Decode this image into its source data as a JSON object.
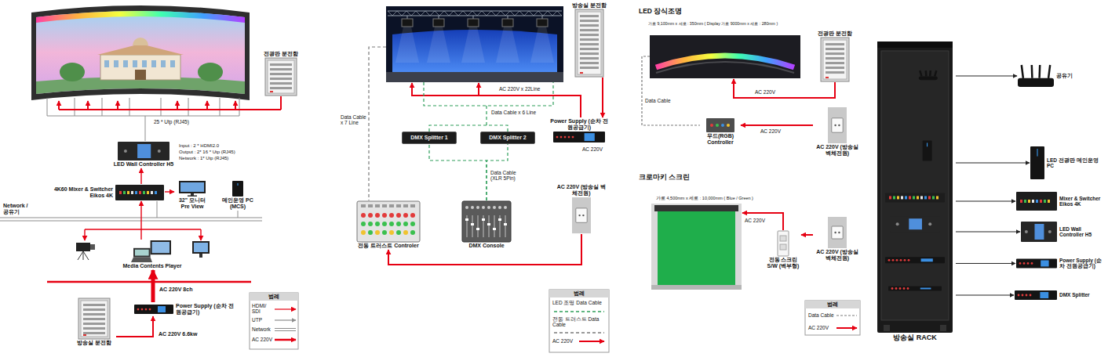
{
  "diagram": {
    "nodes": [
      {
        "text": [
          "전광판 분전함"
        ]
      },
      {
        "text": [
          "LED Wall Controller H5"
        ]
      },
      {
        "text": [
          "4K60 Mixer & Switcher Eikos 4K"
        ]
      },
      {
        "text": [
          "32\" 모니터 Pre View"
        ]
      },
      {
        "text": [
          "메인운영 PC (MCS)"
        ]
      },
      {
        "text": [
          "Media Contents Player"
        ]
      },
      {
        "text": [
          "Power Supply (순차 전원공급기)"
        ]
      },
      {
        "text": [
          "방송실 분전함"
        ]
      },
      {
        "text": [
          "방송실 분전함"
        ]
      },
      {
        "text": [
          "DMX Splitter 1"
        ]
      },
      {
        "text": [
          "DMX Splitter 2"
        ]
      },
      {
        "text": [
          "Power Supply (순차 전원공급기)"
        ]
      },
      {
        "text": [
          "AC 220V (방송실 벽체전원)"
        ]
      },
      {
        "text": [
          "전동 트러스트 Controler"
        ]
      },
      {
        "text": [
          "DMX Console"
        ]
      },
      {
        "text": [
          "전광판 분전함"
        ]
      },
      {
        "text": [
          "무드(RGB) Controller"
        ]
      },
      {
        "text": [
          "AC 220V (방송실 벽체전원)"
        ]
      },
      {
        "text": [
          "전동 스크린 S/W (벽부형)"
        ]
      },
      {
        "text": [
          "AC 220V (방송실 벽체전원)"
        ]
      },
      {
        "text": [
          "방송실 RACK"
        ]
      },
      {
        "text": [
          "공유기"
        ]
      },
      {
        "text": [
          "LED 전광판 메인운영 PC"
        ]
      },
      {
        "text": [
          "Mixer & Switcher Eikos 4K"
        ]
      },
      {
        "text": [
          "LED Wall Controller H5"
        ]
      },
      {
        "text": [
          "Power Supply (순차 전원공급기)"
        ]
      },
      {
        "text": [
          "DMX Splitter"
        ]
      }
    ],
    "edges": [
      {
        "from": 2,
        "to": 1,
        "arrow": "to"
      },
      {
        "from": 2,
        "to": 3,
        "arrow": "to"
      },
      {
        "from": 5,
        "to": 2,
        "arrow": "to"
      },
      {
        "from": 6,
        "to": 5,
        "arrow": "to",
        "label": "AC 220V 8ch"
      },
      {
        "from": 7,
        "to": 6,
        "arrow": "to",
        "label": "AC 220V 6.6kw"
      },
      {
        "from": 8,
        "to": 11,
        "arrow": "to"
      },
      {
        "from": 14,
        "to": 9,
        "arrow": "none",
        "label": "Data Cable (XLR 5Pin)"
      },
      {
        "from": 14,
        "to": 10,
        "arrow": "none"
      },
      {
        "from": 12,
        "to": 13,
        "arrow": "to"
      },
      {
        "from": 17,
        "to": 16,
        "arrow": "to",
        "label": "AC 220V"
      },
      {
        "from": 19,
        "to": 18,
        "arrow": "to"
      },
      {
        "from": 20,
        "to": 21,
        "arrow": "to"
      },
      {
        "from": 20,
        "to": 22,
        "arrow": "to"
      },
      {
        "from": 20,
        "to": 23,
        "arrow": "to"
      },
      {
        "from": 20,
        "to": 24,
        "arrow": "to"
      },
      {
        "from": 20,
        "to": 25,
        "arrow": "to"
      },
      {
        "from": 20,
        "to": 26,
        "arrow": "to"
      }
    ],
    "labels": [
      "25 * Utp (RJ45)",
      "Input : 2 * HDMI2.0",
      "Output : 2* 16 * Utp (RJ45)",
      "Network : 1* Utp (RJ45)",
      "Network /공유기",
      "범례",
      "AC 220V x 22Line",
      "Data Cable x 7 Line",
      "Data Cable x 6 Line",
      "AC 220V",
      "범례",
      "LED 장식조명",
      "가로 9,100mm x 세로 : 350mm ( Display 가로 9000mm x 세로 : 280mm )",
      "AC 220V",
      "Data Cable",
      "크로마키 스크린",
      "가로 4,500mm x 세로 : 10,000mm ( Blue / Green )",
      "AC 220V",
      "범례"
    ],
    "legend": [
      {
        "text": "HDMI/ SDI"
      },
      {
        "text": "UTP"
      },
      {
        "text": "Network"
      },
      {
        "text": "AC 220V"
      },
      {
        "text": "LED 조명 Data Cable"
      },
      {
        "text": "전동 트러스트 Data Cable"
      },
      {
        "text": "AC 220V"
      },
      {
        "text": "Data Cable"
      },
      {
        "text": "AC 220V"
      }
    ]
  }
}
